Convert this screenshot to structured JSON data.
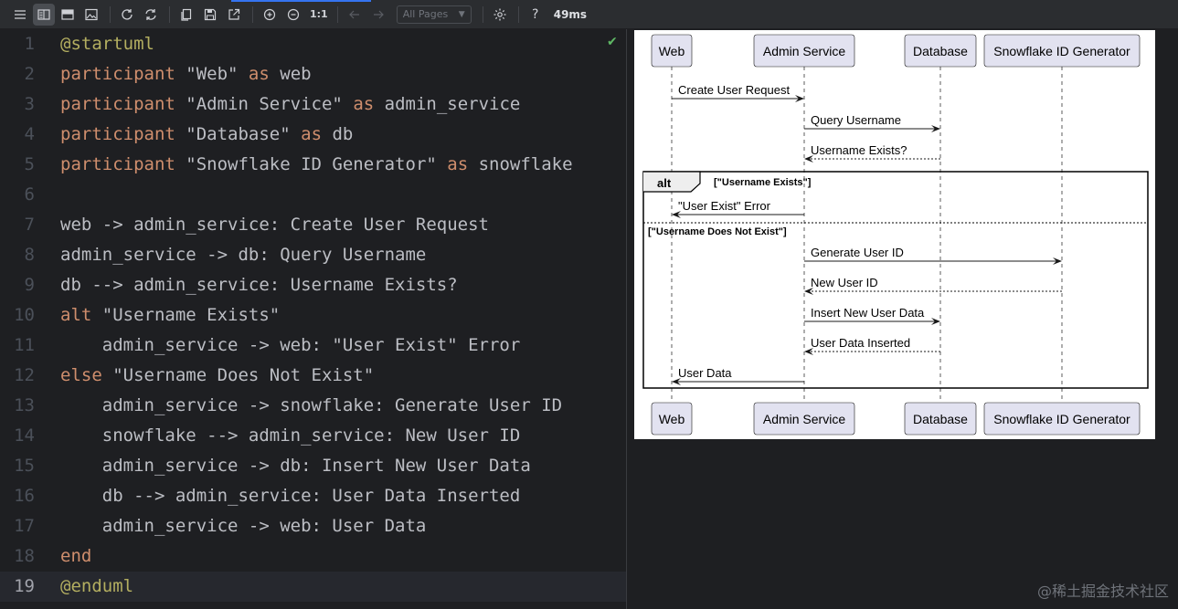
{
  "toolbar": {
    "zoom_reset": "1:1",
    "page_select": "All Pages",
    "help": "?",
    "render_time": "49ms"
  },
  "editor": {
    "lines": [
      {
        "n": "1",
        "parts": [
          {
            "t": "@startuml",
            "c": "ann"
          }
        ]
      },
      {
        "n": "2",
        "parts": [
          {
            "t": "participant",
            "c": "kw"
          },
          {
            "t": " \"Web\" ",
            "c": "str"
          },
          {
            "t": "as",
            "c": "kw"
          },
          {
            "t": " web",
            "c": ""
          }
        ]
      },
      {
        "n": "3",
        "parts": [
          {
            "t": "participant",
            "c": "kw"
          },
          {
            "t": " \"Admin Service\" ",
            "c": "str"
          },
          {
            "t": "as",
            "c": "kw"
          },
          {
            "t": " admin_service",
            "c": ""
          }
        ]
      },
      {
        "n": "4",
        "parts": [
          {
            "t": "participant",
            "c": "kw"
          },
          {
            "t": " \"Database\" ",
            "c": "str"
          },
          {
            "t": "as",
            "c": "kw"
          },
          {
            "t": " db",
            "c": ""
          }
        ]
      },
      {
        "n": "5",
        "parts": [
          {
            "t": "participant",
            "c": "kw"
          },
          {
            "t": " \"Snowflake ID Generator\" ",
            "c": "str"
          },
          {
            "t": "as",
            "c": "kw"
          },
          {
            "t": " snowflake",
            "c": ""
          }
        ]
      },
      {
        "n": "6",
        "parts": []
      },
      {
        "n": "7",
        "parts": [
          {
            "t": "web -> admin_service: Create User Request",
            "c": ""
          }
        ]
      },
      {
        "n": "8",
        "parts": [
          {
            "t": "admin_service -> db: Query Username",
            "c": ""
          }
        ]
      },
      {
        "n": "9",
        "parts": [
          {
            "t": "db --> admin_service: Username Exists?",
            "c": ""
          }
        ]
      },
      {
        "n": "10",
        "parts": [
          {
            "t": "alt",
            "c": "kw"
          },
          {
            "t": " \"Username Exists\"",
            "c": ""
          }
        ]
      },
      {
        "n": "11",
        "parts": [
          {
            "t": "    admin_service -> web: \"User Exist\" Error",
            "c": ""
          }
        ]
      },
      {
        "n": "12",
        "parts": [
          {
            "t": "else",
            "c": "kw"
          },
          {
            "t": " \"Username Does Not Exist\"",
            "c": ""
          }
        ]
      },
      {
        "n": "13",
        "parts": [
          {
            "t": "    admin_service -> snowflake: Generate User ID",
            "c": ""
          }
        ]
      },
      {
        "n": "14",
        "parts": [
          {
            "t": "    snowflake --> admin_service: New User ID",
            "c": ""
          }
        ]
      },
      {
        "n": "15",
        "parts": [
          {
            "t": "    admin_service -> db: Insert New User Data",
            "c": ""
          }
        ]
      },
      {
        "n": "16",
        "parts": [
          {
            "t": "    db --> admin_service: User Data Inserted",
            "c": ""
          }
        ]
      },
      {
        "n": "17",
        "parts": [
          {
            "t": "    admin_service -> web: User Data",
            "c": ""
          }
        ]
      },
      {
        "n": "18",
        "parts": [
          {
            "t": "end",
            "c": "kw"
          }
        ]
      },
      {
        "n": "19",
        "parts": [
          {
            "t": "@enduml",
            "c": "ann"
          }
        ],
        "current": true
      }
    ]
  },
  "diagram": {
    "participants": [
      "Web",
      "Admin Service",
      "Database",
      "Snowflake ID Generator"
    ],
    "messages": [
      {
        "from": 0,
        "to": 1,
        "label": "Create User Request",
        "dashed": false
      },
      {
        "from": 1,
        "to": 2,
        "label": "Query Username",
        "dashed": false
      },
      {
        "from": 2,
        "to": 1,
        "label": "Username Exists?",
        "dashed": true
      },
      {
        "from": 1,
        "to": 0,
        "label": "\"User Exist\" Error",
        "dashed": false
      },
      {
        "from": 1,
        "to": 3,
        "label": "Generate User ID",
        "dashed": false
      },
      {
        "from": 3,
        "to": 1,
        "label": "New User ID",
        "dashed": true
      },
      {
        "from": 1,
        "to": 2,
        "label": "Insert New User Data",
        "dashed": false
      },
      {
        "from": 2,
        "to": 1,
        "label": "User Data Inserted",
        "dashed": true
      },
      {
        "from": 1,
        "to": 0,
        "label": "User Data",
        "dashed": false
      }
    ],
    "alt": {
      "keyword": "alt",
      "condition1": "[\"Username Exists\"]",
      "condition2": "[\"Username Does Not Exist\"]"
    }
  },
  "watermark": "@稀土掘金技术社区"
}
